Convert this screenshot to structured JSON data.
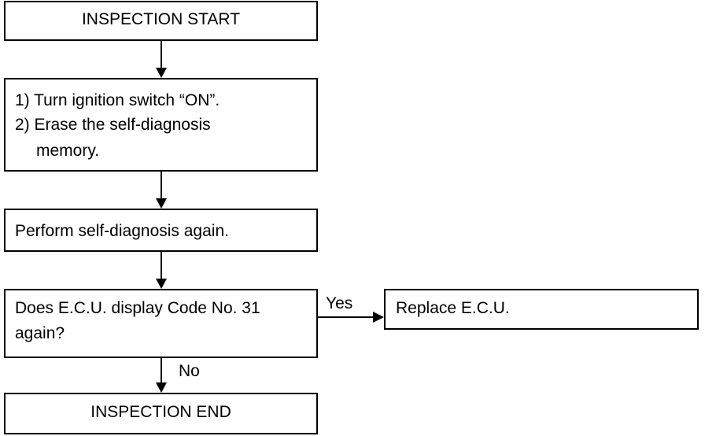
{
  "flowchart": {
    "start": "INSPECTION START",
    "step1": {
      "line1": "1) Turn ignition switch “ON”.",
      "line2": "2) Erase the self-diagnosis",
      "line3": "memory."
    },
    "step2": "Perform self-diagnosis again.",
    "decision": {
      "line1": "Does E.C.U. display Code No. 31",
      "line2": "again?"
    },
    "yes_label": "Yes",
    "yes_action": "Replace E.C.U.",
    "no_label": "No",
    "end": "INSPECTION END"
  }
}
